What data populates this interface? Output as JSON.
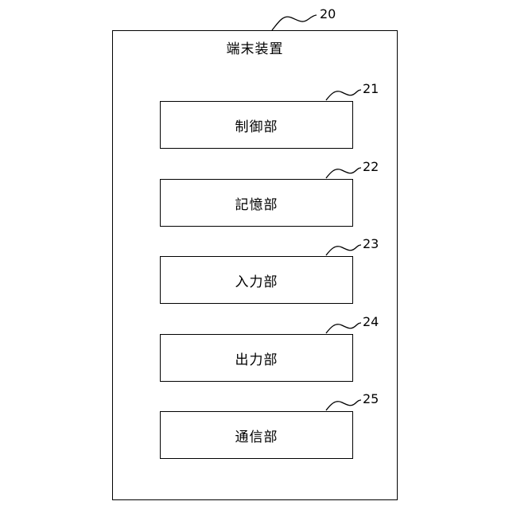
{
  "device": {
    "label": "端末装置",
    "ref": "20"
  },
  "units": [
    {
      "label": "制御部",
      "ref": "21"
    },
    {
      "label": "記憶部",
      "ref": "22"
    },
    {
      "label": "入力部",
      "ref": "23"
    },
    {
      "label": "出力部",
      "ref": "24"
    },
    {
      "label": "通信部",
      "ref": "25"
    }
  ]
}
